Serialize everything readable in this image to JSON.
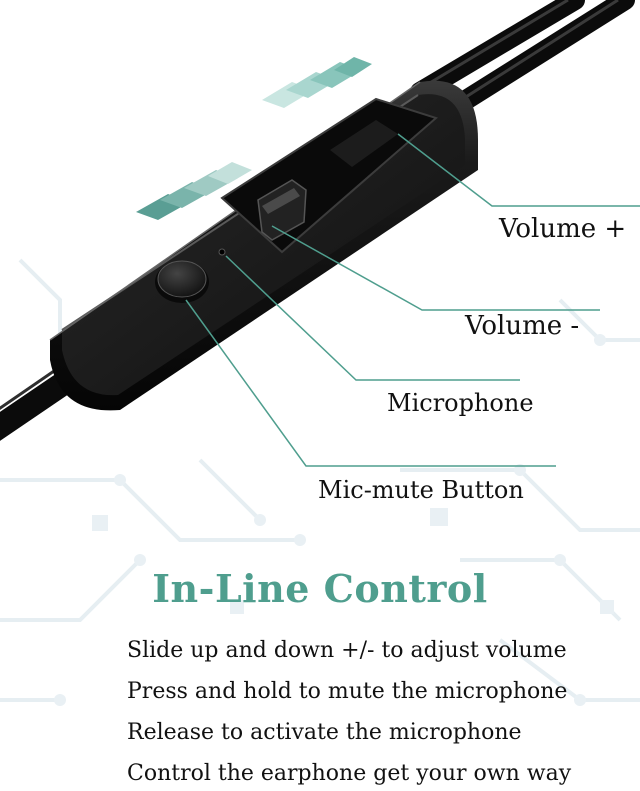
{
  "labels": {
    "volume_up": "Volume +",
    "volume_down": "Volume -",
    "microphone": "Microphone",
    "mic_mute_button": "Mic-mute Button"
  },
  "title": "In-Line Control",
  "descriptions": [
    "Slide up and down +/- to adjust volume",
    "Press and hold to mute the microphone",
    "Release to activate the microphone",
    "Control the earphone get your own way"
  ],
  "colors": {
    "accent": "#4f9e8e",
    "arrow_dark": "#5a9e94",
    "arrow_light": "#b9ded8",
    "body": "#141414",
    "cable": "#0d0d0d",
    "background_circuit": "#eef3f6"
  }
}
